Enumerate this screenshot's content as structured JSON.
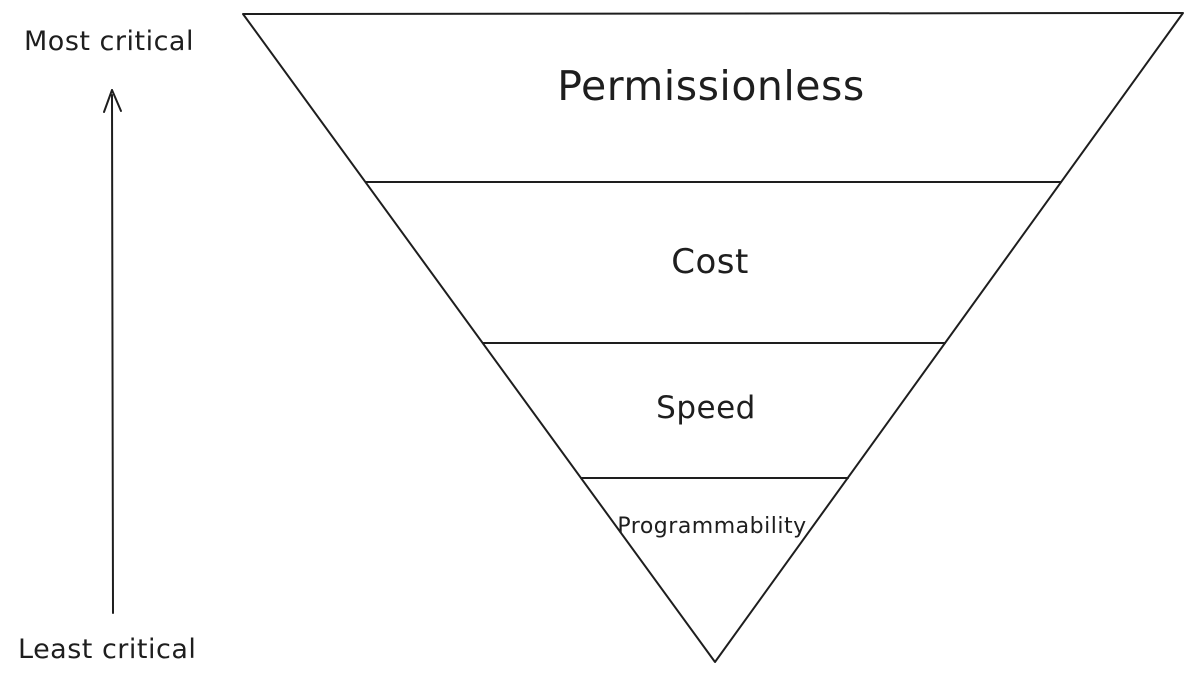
{
  "diagram": {
    "type": "inverted-pyramid",
    "colors": {
      "stroke": "#1e1e1e",
      "background": "#ffffff"
    },
    "criticality_axis": {
      "top_label": "Most critical",
      "bottom_label": "Least critical",
      "direction": "up"
    },
    "levels": [
      {
        "rank": 1,
        "label": "Permissionless"
      },
      {
        "rank": 2,
        "label": "Cost"
      },
      {
        "rank": 3,
        "label": "Speed"
      },
      {
        "rank": 4,
        "label": "Programmability"
      }
    ]
  }
}
